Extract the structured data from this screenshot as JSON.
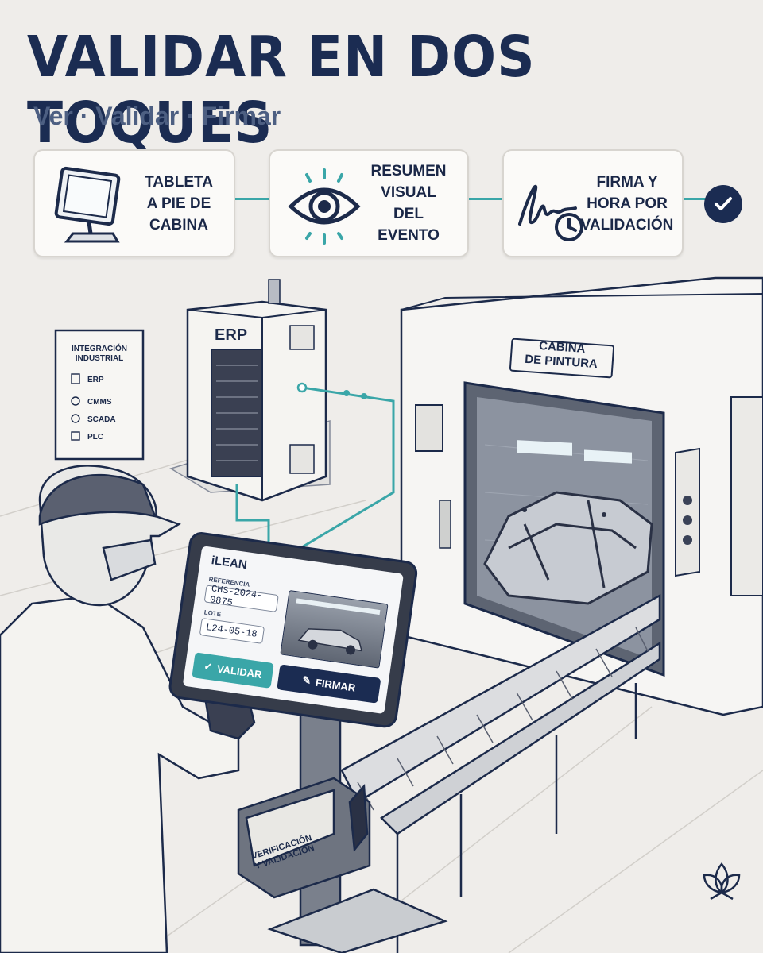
{
  "header": {
    "title": "VALIDAR EN DOS TOQUES",
    "subtitle": "Ver · Validar · Firmar"
  },
  "steps": [
    {
      "icon": "tablet-kiosk-icon",
      "label": "TABLETA\nA PIE DE\nCABINA"
    },
    {
      "icon": "eye-icon",
      "label": "RESUMEN\nVISUAL\nDEL EVENTO"
    },
    {
      "icon": "signature-clock-icon",
      "label": "FIRMA Y\nHORA POR\nVALIDACIÓN"
    }
  ],
  "final_step_icon": "checkmark-circle-icon",
  "erp_cabinet": {
    "label": "ERP"
  },
  "integration_board": {
    "title": "INTEGRACIÓN\nINDUSTRIAL",
    "items": [
      {
        "icon": "document-icon",
        "label": "ERP"
      },
      {
        "icon": "gear-icon",
        "label": "CMMS"
      },
      {
        "icon": "network-icon",
        "label": "SCADA"
      },
      {
        "icon": "chip-icon",
        "label": "PLC"
      }
    ]
  },
  "paint_booth": {
    "sign": "CABINA\nDE PINTURA"
  },
  "tablet": {
    "brand": "iLEAN",
    "reference_label": "REFERENCIA",
    "reference_value": "CHS-2024-0875",
    "lot_label": "LOTE",
    "lot_value": "L24-05-18",
    "validate_button": "VALIDAR",
    "sign_button": "FIRMAR"
  },
  "stand_box": {
    "label": "VERIFICACIÓN\nY VALIDACIÓN"
  },
  "colors": {
    "navy": "#1b2c52",
    "teal": "#3aa6a8",
    "background": "#efedea"
  },
  "logo_icon": "lotus-logo-icon"
}
